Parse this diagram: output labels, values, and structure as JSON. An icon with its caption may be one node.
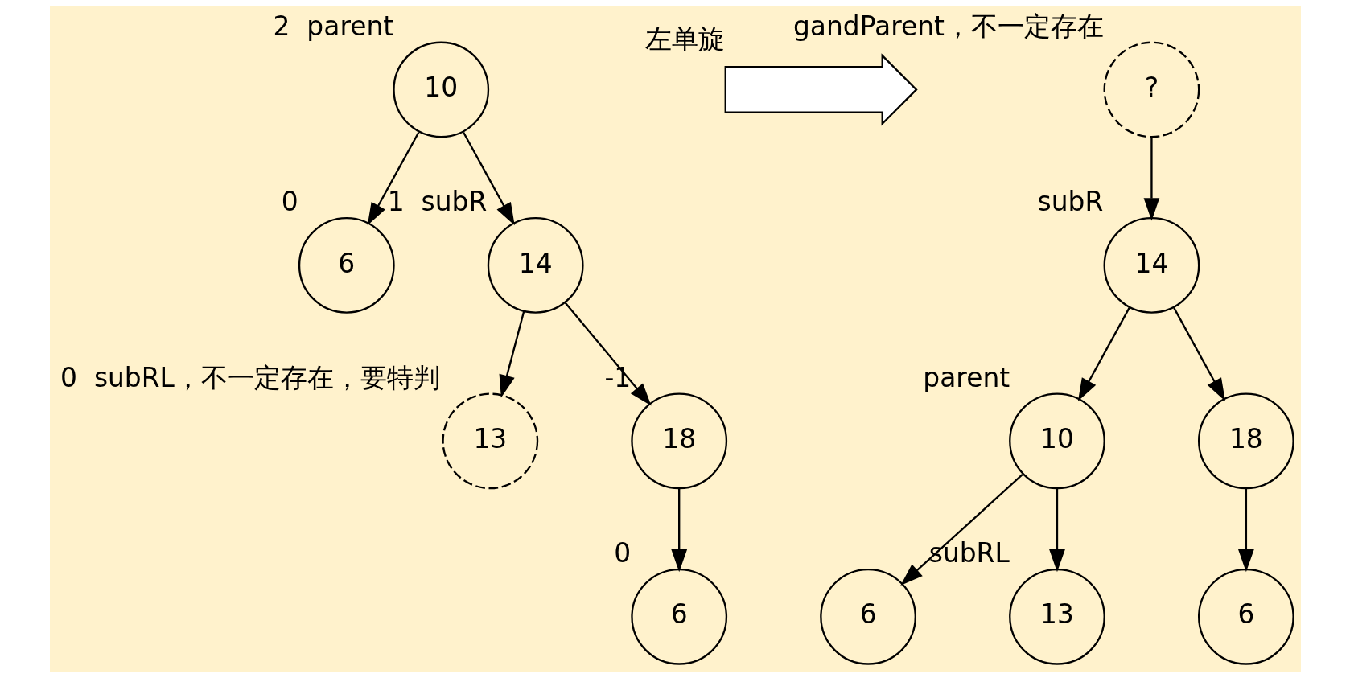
{
  "diagram": {
    "nodes": [
      {
        "text": [
          "10"
        ],
        "beside": [
          "2",
          "parent"
        ]
      },
      {
        "text": [
          "6"
        ],
        "beside": [
          "0"
        ]
      },
      {
        "text": [
          "14"
        ],
        "beside": [
          "1",
          "subR"
        ]
      },
      {
        "text": [
          "13"
        ],
        "beside": [
          "0",
          "subRL，不一定存在，要特判"
        ]
      },
      {
        "text": [
          "18"
        ],
        "beside": [
          "-1"
        ]
      },
      {
        "text": [
          "6"
        ],
        "beside": [
          "0"
        ]
      },
      {
        "text": [
          "?"
        ],
        "beside": [
          "gandParent，不一定存在"
        ]
      },
      {
        "text": [
          "14"
        ],
        "beside": [
          "subR"
        ]
      },
      {
        "text": [
          "10"
        ],
        "beside": [
          "parent"
        ]
      },
      {
        "text": [
          "18"
        ]
      },
      {
        "text": [
          "6"
        ]
      },
      {
        "text": [
          "13"
        ],
        "beside": [
          "subRL"
        ]
      },
      {
        "text": [
          "6"
        ]
      },
      {
        "text": [],
        "shape": "arrow",
        "beside": [
          "左单旋"
        ]
      }
    ],
    "edges": [
      {
        "from": 0,
        "to": 1,
        "arrow": "to"
      },
      {
        "from": 0,
        "to": 2,
        "arrow": "to"
      },
      {
        "from": 2,
        "to": 3,
        "arrow": "to"
      },
      {
        "from": 2,
        "to": 4,
        "arrow": "to"
      },
      {
        "from": 4,
        "to": 5,
        "arrow": "to"
      },
      {
        "from": 6,
        "to": 7,
        "arrow": "to"
      },
      {
        "from": 7,
        "to": 8,
        "arrow": "to"
      },
      {
        "from": 7,
        "to": 9,
        "arrow": "to"
      },
      {
        "from": 8,
        "to": 10,
        "arrow": "to"
      },
      {
        "from": 8,
        "to": 11,
        "arrow": "to"
      },
      {
        "from": 9,
        "to": 12,
        "arrow": "to"
      }
    ]
  }
}
